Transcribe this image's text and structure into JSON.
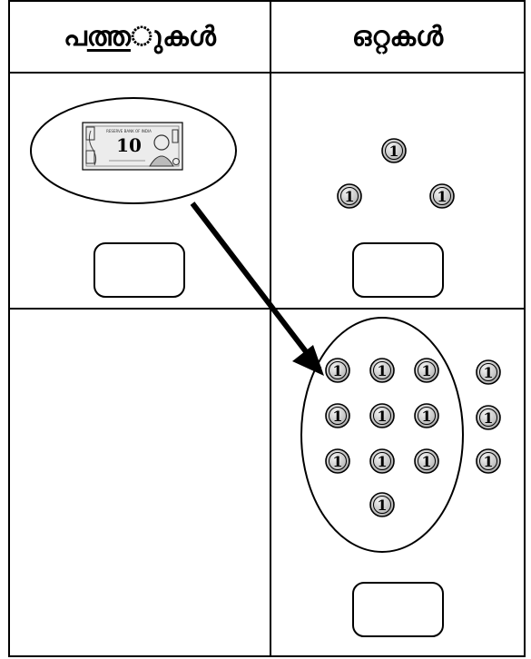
{
  "headers": {
    "tens": [
      "പ",
      "ത്ത",
      "ുകൾ"
    ],
    "ones": "ഒറ്റകൾ"
  },
  "note": {
    "value": "10",
    "small_text": "RESERVE BANK OF INDIA"
  },
  "coin_label": "1",
  "coin_count_top_right": 3,
  "coin_count_bottom_right_inside": 10,
  "coin_count_bottom_right_outside": 3
}
